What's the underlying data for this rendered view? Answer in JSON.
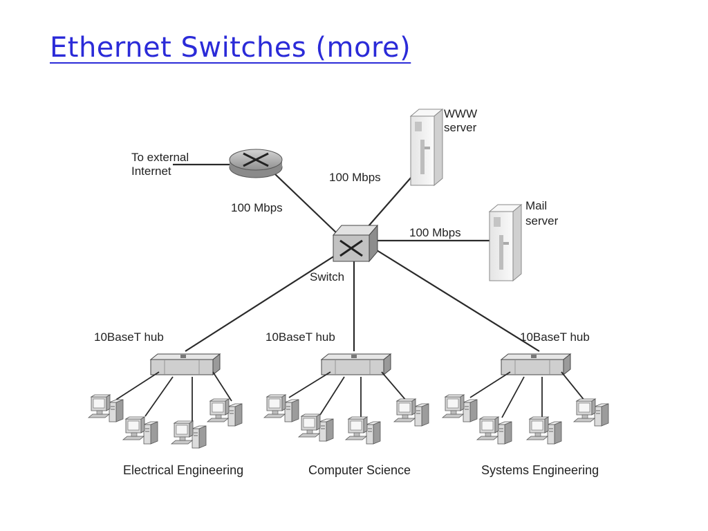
{
  "title": "Ethernet Switches (more)",
  "colors": {
    "title": "#2b2bd8",
    "line": "#2a2a2a",
    "device_gray": "#b8b8b8",
    "server_fill": "#f2f2f2"
  },
  "icons": [
    "router-icon",
    "switch-icon",
    "server-icon",
    "hub-icon",
    "computer-icon"
  ],
  "diagram": {
    "external_label": [
      "To external",
      "Internet"
    ],
    "www_server_label": [
      "WWW",
      "server"
    ],
    "mail_server_label": [
      "Mail",
      "server"
    ],
    "switch_label": "Switch",
    "link_router": "100 Mbps",
    "link_www": "100 Mbps",
    "link_mail": "100 Mbps",
    "hubs": [
      {
        "label": "10BaseT hub",
        "department": "Electrical Engineering"
      },
      {
        "label": "10BaseT hub",
        "department": "Computer Science"
      },
      {
        "label": "10BaseT hub",
        "department": "Systems Engineering"
      }
    ]
  }
}
